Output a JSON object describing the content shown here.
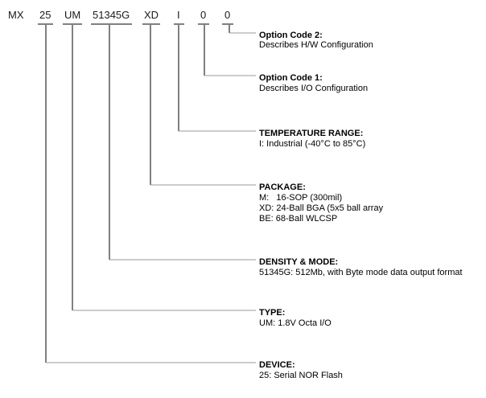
{
  "part_segments": [
    {
      "text": "MX",
      "underlined": false
    },
    {
      "text": "25",
      "underlined": true
    },
    {
      "text": "UM",
      "underlined": true
    },
    {
      "text": "51345G",
      "underlined": true
    },
    {
      "text": "XD",
      "underlined": true
    },
    {
      "text": "I",
      "underlined": true
    },
    {
      "text": "0",
      "underlined": true
    },
    {
      "text": "0",
      "underlined": true
    }
  ],
  "fields": [
    {
      "title": "Option Code 2:",
      "lines": [
        "Describes H/W Configuration"
      ]
    },
    {
      "title": "Option Code 1:",
      "lines": [
        "Describes I/O Configuration"
      ]
    },
    {
      "title": "TEMPERATURE RANGE:",
      "lines": [
        "I: Industrial (-40°C to 85°C)"
      ]
    },
    {
      "title": "PACKAGE:",
      "lines": [
        "M:   16-SOP (300mil)",
        "XD: 24-Ball BGA (5x5 ball array",
        "BE: 68-Ball WLCSP"
      ]
    },
    {
      "title": "DENSITY & MODE:",
      "lines": [
        "51345G: 512Mb, with Byte mode data output format"
      ]
    },
    {
      "title": "TYPE:",
      "lines": [
        "UM: 1.8V Octa I/O"
      ]
    },
    {
      "title": "DEVICE:",
      "lines": [
        "25: Serial NOR Flash"
      ]
    }
  ]
}
